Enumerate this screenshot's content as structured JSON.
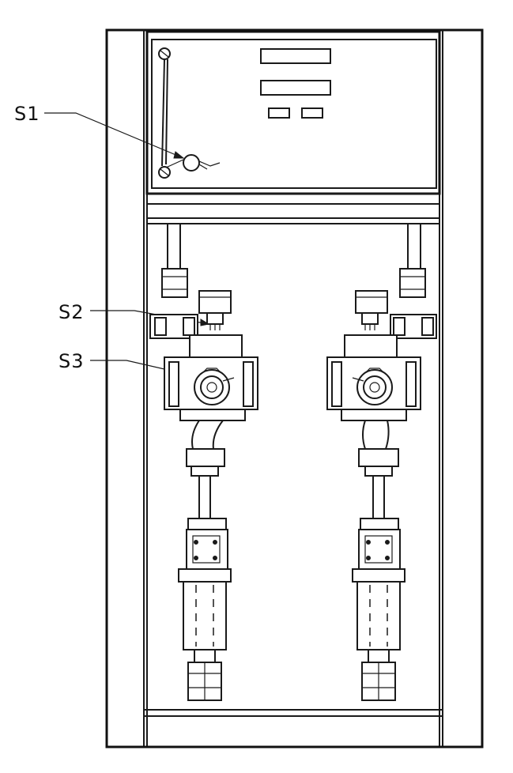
{
  "labels": {
    "s1": "S1",
    "s2": "S2",
    "s3": "S3"
  },
  "display": {
    "window_count": 4
  },
  "units": {
    "count": 2
  }
}
